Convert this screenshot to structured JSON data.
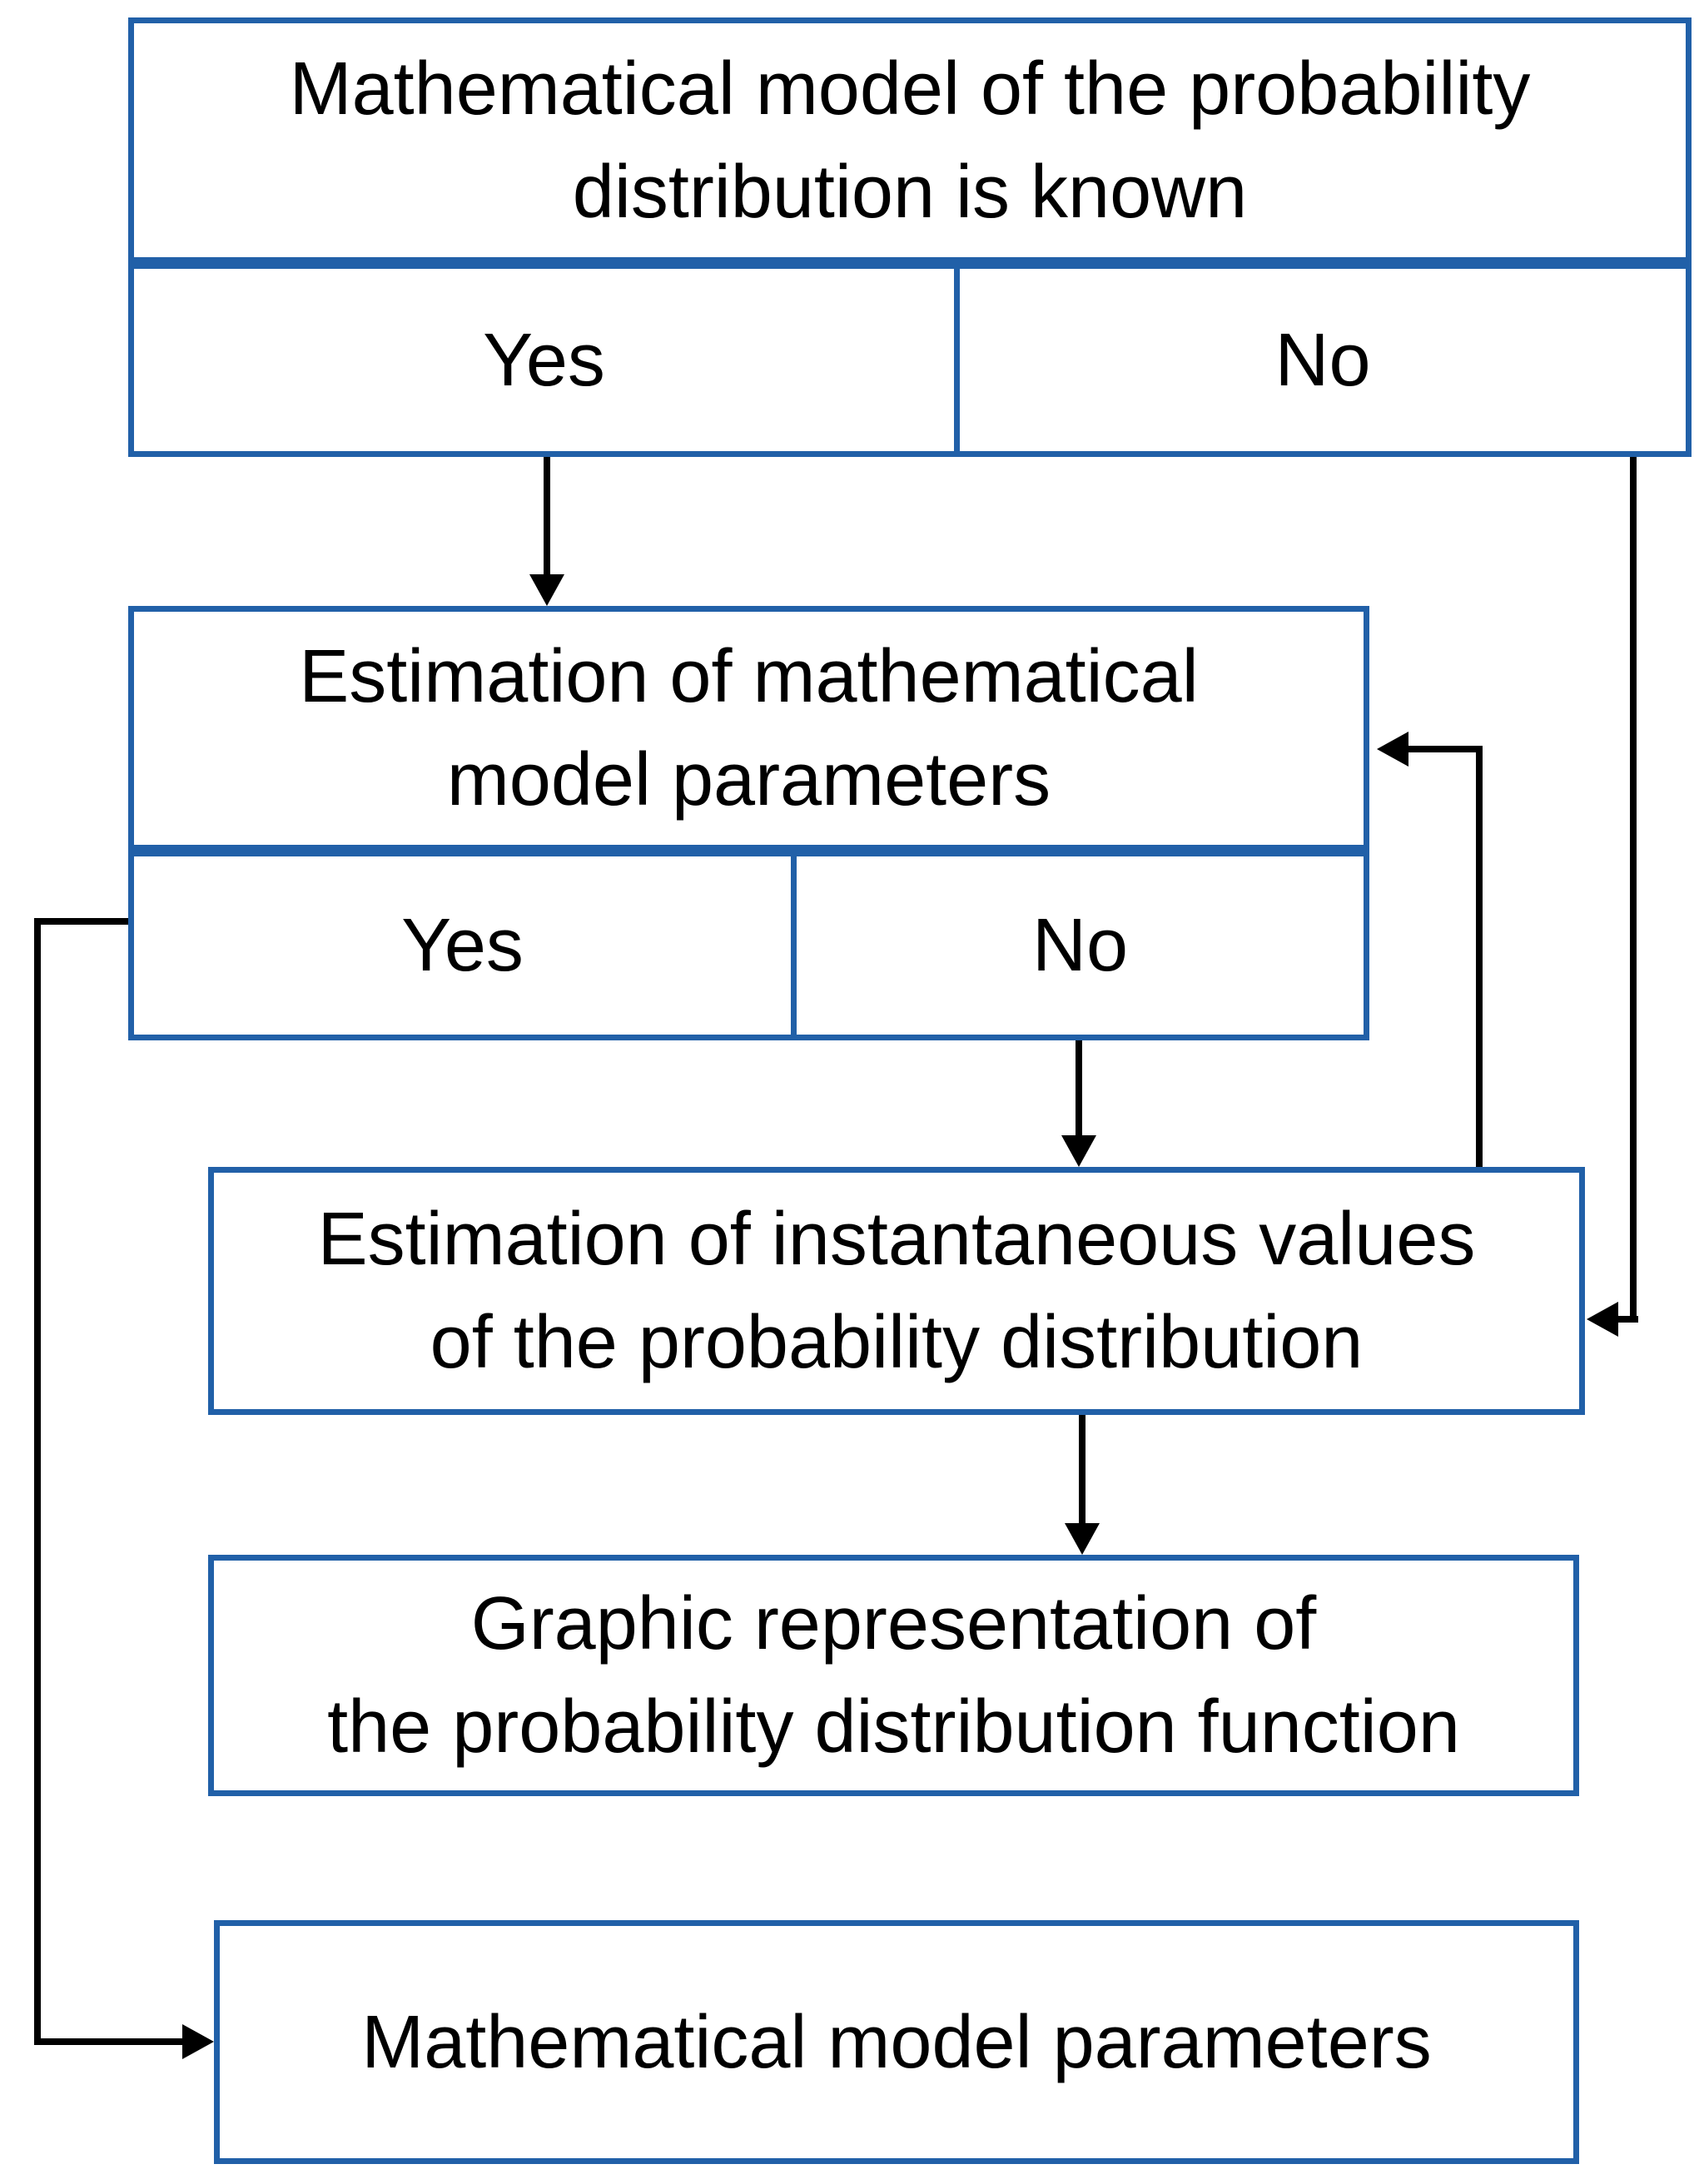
{
  "diagram": {
    "type": "flowchart",
    "background_color": "#ffffff",
    "box_border_color": "#2160a8",
    "connector_color": "#000000",
    "text_color": "#000000",
    "nodes": {
      "model_known": {
        "label": "Mathematical model of the probability\ndistribution is known",
        "yes_label": "Yes",
        "no_label": "No"
      },
      "estimate_params": {
        "label": "Estimation of mathematical\nmodel parameters",
        "yes_label": "Yes",
        "no_label": "No"
      },
      "estimate_instantaneous": {
        "label": "Estimation of instantaneous values\nof the probability distribution"
      },
      "graphic_representation": {
        "label": "Graphic representation of\nthe probability distribution function"
      },
      "model_parameters": {
        "label": "Mathematical model parameters"
      }
    },
    "edges": [
      {
        "from": "model_known.yes",
        "to": "estimate_params",
        "shape": "straight-down-arrow"
      },
      {
        "from": "model_known.no",
        "to": "estimate_instantaneous",
        "shape": "down-right-side-then-left-arrow"
      },
      {
        "from": "estimate_params.yes",
        "to": "model_parameters",
        "shape": "left-side-down-then-right-arrow"
      },
      {
        "from": "estimate_params.no",
        "to": "estimate_instantaneous",
        "shape": "straight-down-arrow"
      },
      {
        "from": "estimate_instantaneous",
        "to": "estimate_params",
        "shape": "up-then-left-feedback-arrow"
      },
      {
        "from": "estimate_instantaneous",
        "to": "graphic_representation",
        "shape": "straight-down-arrow"
      }
    ]
  }
}
